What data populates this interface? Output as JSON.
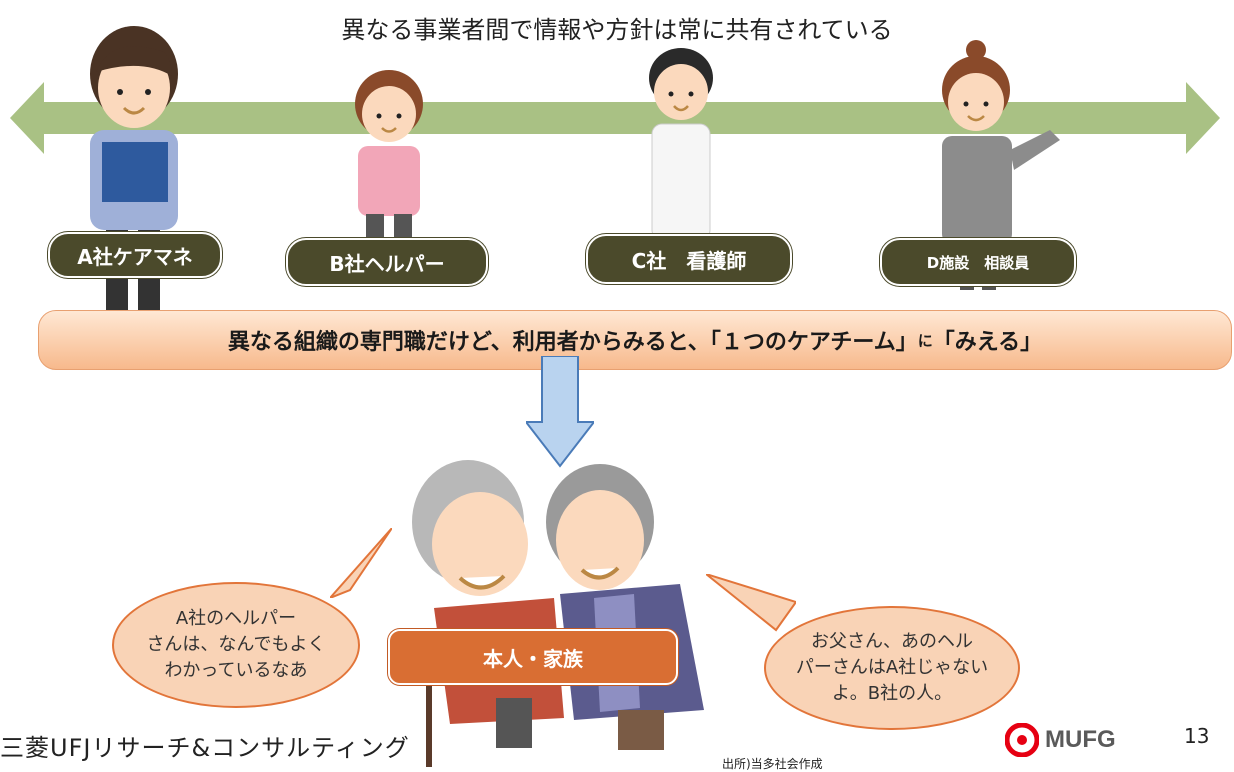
{
  "header": {
    "title": "異なる事業者間で情報や方針は常に共有されている"
  },
  "roles": [
    {
      "label": "A社ケアマネ"
    },
    {
      "label": "B社ヘルパー"
    },
    {
      "label": "C社　看護師"
    },
    {
      "label": "D施設　相談員"
    }
  ],
  "banner": {
    "main": "異なる組織の専門職だけど、利用者からみると、「１つのケアチーム」",
    "connector": "に",
    "tail": "「みえる」"
  },
  "center": {
    "label": "本人・家族"
  },
  "bubbles": {
    "left": [
      "A社のヘルパー",
      "さんは、なんでもよく",
      "わかっているなあ"
    ],
    "right": [
      "お父さん、あのヘル",
      "パーさんはA社じゃない",
      "よ。B社の人。"
    ]
  },
  "footer": {
    "company": "三菱UFJリサーチ&コンサルティング",
    "source": "出所)当多社会作成",
    "logo": "MUFG",
    "page": "13"
  },
  "colors": {
    "arrow": "#a9c184",
    "role_bg": "#4b4a2b",
    "banner_bg": "#f7b98c",
    "accent": "#d96e33",
    "logo_red": "#e60012"
  }
}
